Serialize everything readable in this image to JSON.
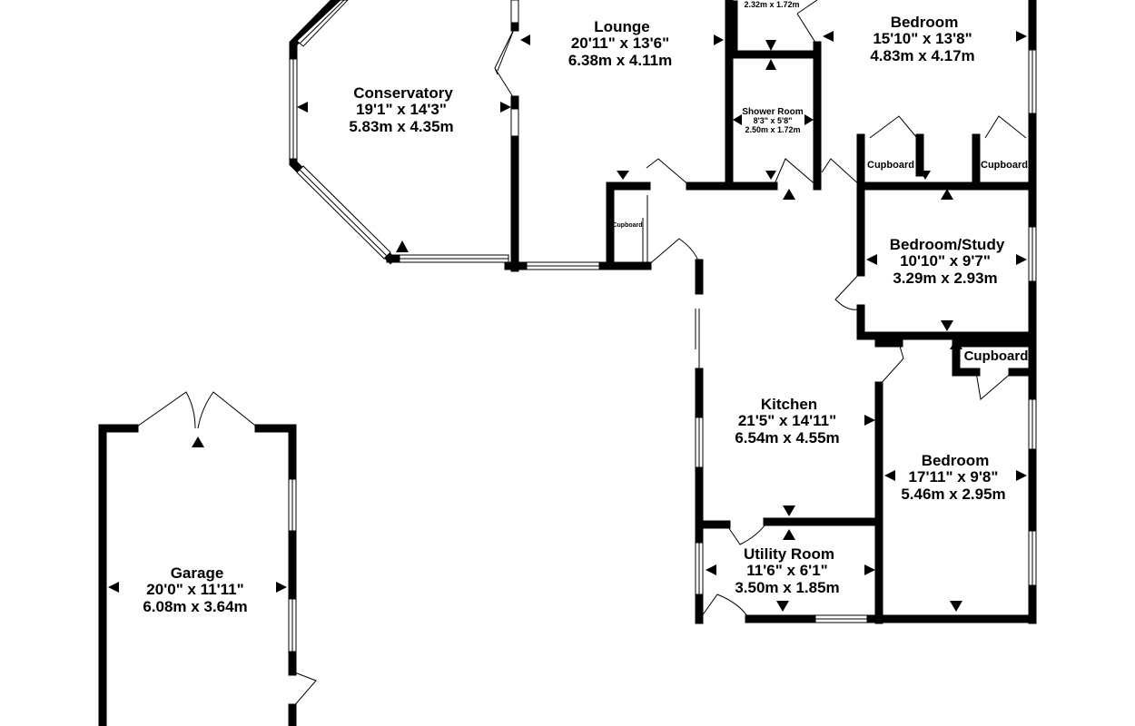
{
  "rooms": {
    "lounge": {
      "name": "Lounge",
      "imperial": "20'11\"  x 13'6\"",
      "metric": "6.38m  x 4.11m"
    },
    "conservatory": {
      "name": "Conservatory",
      "imperial": "19'1\"  x 14'3\"",
      "metric": "5.83m  x 4.35m"
    },
    "bedroom1": {
      "name": "Bedroom",
      "imperial": "15'10\"  x 13'8\"",
      "metric": "4.83m  x 4.17m"
    },
    "wc": {
      "metric": "2.32m  x 1.72m"
    },
    "shower": {
      "name": "Shower Room",
      "imperial": "8'3\"  x 5'8\"",
      "metric": "2.50m  x 1.72m"
    },
    "study": {
      "name": "Bedroom/Study",
      "imperial": "10'10\"  x 9'7\"",
      "metric": "3.29m  x 2.93m"
    },
    "kitchen": {
      "name": "Kitchen",
      "imperial": "21'5\"  x 14'11\"",
      "metric": "6.54m  x 4.55m"
    },
    "bedroom2": {
      "name": "Bedroom",
      "imperial": "17'11\"  x 9'8\"",
      "metric": "5.46m  x 2.95m"
    },
    "utility": {
      "name": "Utility Room",
      "imperial": "11'6\"  x 6'1\"",
      "metric": "3.50m  x 1.85m"
    },
    "garage": {
      "name": "Garage",
      "imperial": "20'0\"  x 11'11\"",
      "metric": "6.08m  x 3.64m"
    }
  },
  "cupboards": {
    "hall": "Cupboard",
    "study_left": "Cupboard",
    "study_right": "Cupboard",
    "bedroom2": "Cupboard"
  }
}
